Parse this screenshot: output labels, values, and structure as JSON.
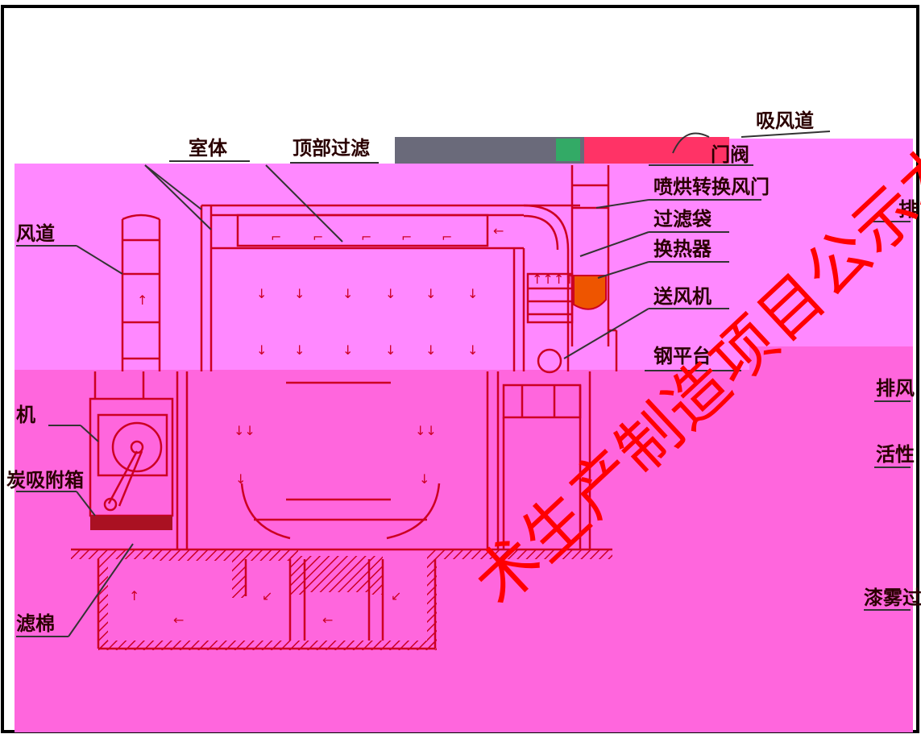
{
  "labels": {
    "suction_duct": "吸风道",
    "chamber_body": "室体",
    "top_filter": "顶部过滤",
    "valve": "门阀",
    "spray_bake_damper": "喷烘转换风门",
    "filter_bag": "过滤袋",
    "heat_exchanger": "换热器",
    "supply_fan": "送风机",
    "steel_platform": "钢平台",
    "left_duct": "风道",
    "right_edge_top": "排",
    "left_machine": "机",
    "carbon_box": "炭吸附箱",
    "exhaust_right": "排风",
    "activated_right": "活性",
    "filter_cotton": "滤棉",
    "paint_mist_right": "漆雾过"
  },
  "watermark": "术生产制造项目公示本",
  "colors": {
    "pink_upper": "#ff88ff",
    "pink_lower": "#ff66dd",
    "line": "#cc0022",
    "heat_exchanger_fill": "#ee5500",
    "watermark": "#ff0000"
  }
}
